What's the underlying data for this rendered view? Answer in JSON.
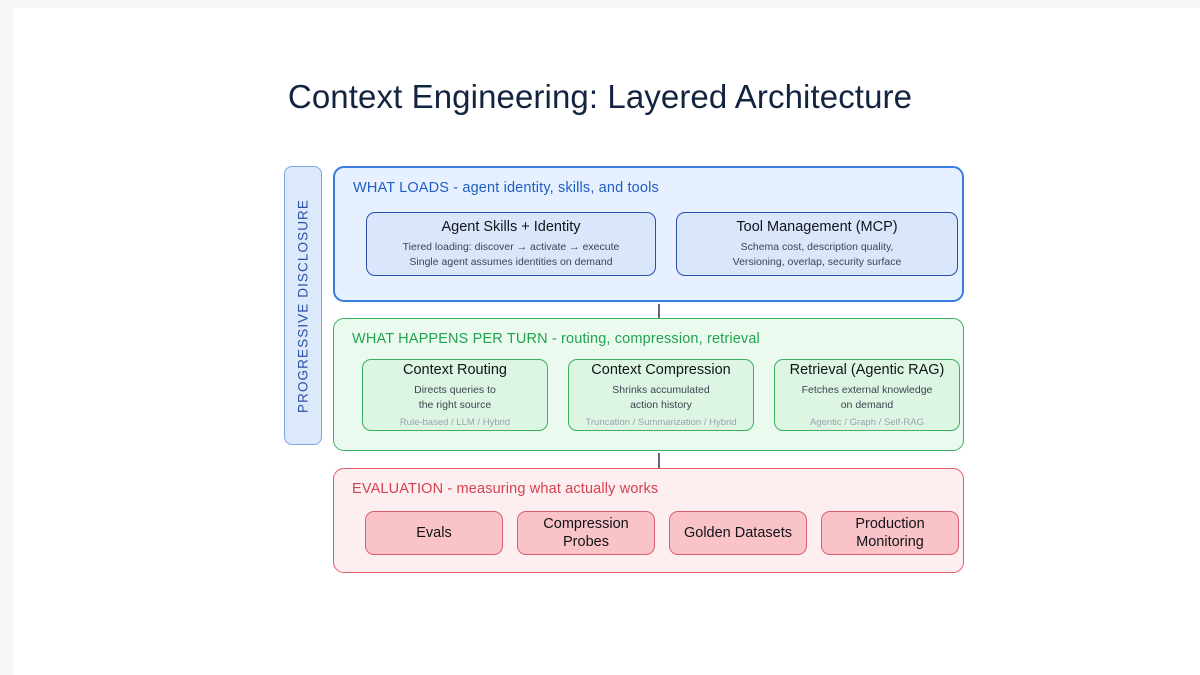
{
  "page": {
    "title": "Context Engineering: Layered Architecture",
    "background": "#ffffff"
  },
  "rail": {
    "label": "PROGRESSIVE DISCLOSURE",
    "color": "#2a50a8",
    "fill": "#dce9fb"
  },
  "layers": [
    {
      "id": "load",
      "title": "WHAT LOADS - agent identity, skills, and tools",
      "accent": "#1f5fc4",
      "fill": "#e7f0fe",
      "cards": [
        {
          "title": "Agent Skills + Identity",
          "sub_line_1": "Tiered loading: discover → activate → execute",
          "sub_line_2": "Single agent assumes identities on demand"
        },
        {
          "title": "Tool Management (MCP)",
          "sub_line_1": "Schema cost, description quality,",
          "sub_line_2": "Versioning, overlap, security surface"
        }
      ]
    },
    {
      "id": "turn",
      "title": "WHAT HAPPENS PER TURN - routing, compression, retrieval",
      "accent": "#22a34e",
      "fill": "#eafaef",
      "cards": [
        {
          "title": "Context Routing",
          "sub_line_1": "Directs queries to",
          "sub_line_2": "the right source",
          "meta": "Rule-based / LLM / Hybrid"
        },
        {
          "title": "Context Compression",
          "sub_line_1": "Shrinks accumulated",
          "sub_line_2": "action history",
          "meta": "Truncation / Summarization / Hybrid"
        },
        {
          "title": "Retrieval (Agentic RAG)",
          "sub_line_1": "Fetches external knowledge",
          "sub_line_2": "on demand",
          "meta": "Agentic / Graph / Self-RAG"
        }
      ]
    },
    {
      "id": "eval",
      "title": "EVALUATION - measuring what actually works",
      "accent": "#d44252",
      "fill": "#fdeef0",
      "cards": [
        {
          "title": "Evals"
        },
        {
          "title": "Compression Probes"
        },
        {
          "title": "Golden Datasets"
        },
        {
          "title": "Production Monitoring"
        }
      ]
    }
  ],
  "arrows": {
    "color": "#1b2a44",
    "first": "arrow-down-icon",
    "second": "arrow-down-icon"
  }
}
